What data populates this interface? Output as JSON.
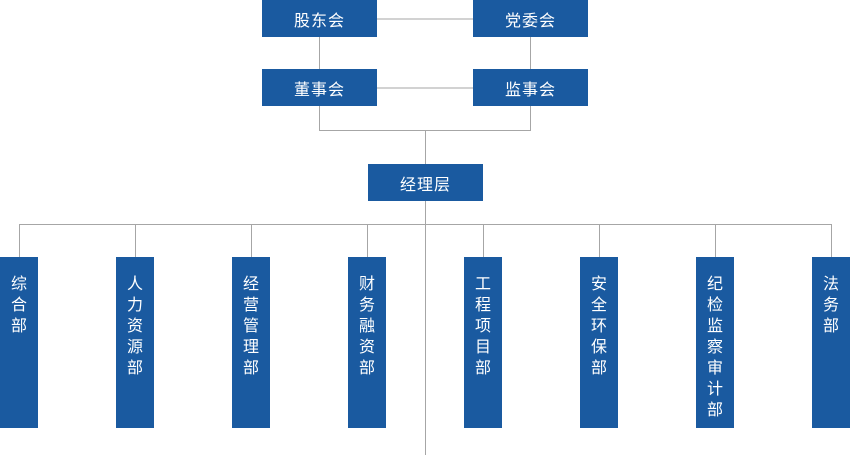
{
  "top": {
    "shareholders": "股东会",
    "party_committee": "党委会",
    "board": "董事会",
    "supervisors": "监事会",
    "management": "经理层"
  },
  "departments": [
    "综合部",
    "人力资源部",
    "经营管理部",
    "财务融资部",
    "工程项目部",
    "安全环保部",
    "纪检监察审计部",
    "法务部"
  ]
}
